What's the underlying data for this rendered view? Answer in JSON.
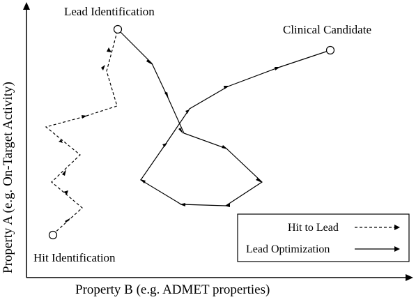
{
  "points": {
    "hit": "Hit Identification",
    "lead": "Lead Identification",
    "candidate": "Clinical Candidate"
  },
  "axes": {
    "x_label": "Property B (e.g. ADMET properties)",
    "y_label": "Property A (e.g. On-Target Activity)"
  },
  "legend": {
    "hit_to_lead": "Hit to Lead",
    "lead_optimization": "Lead Optimization"
  }
}
